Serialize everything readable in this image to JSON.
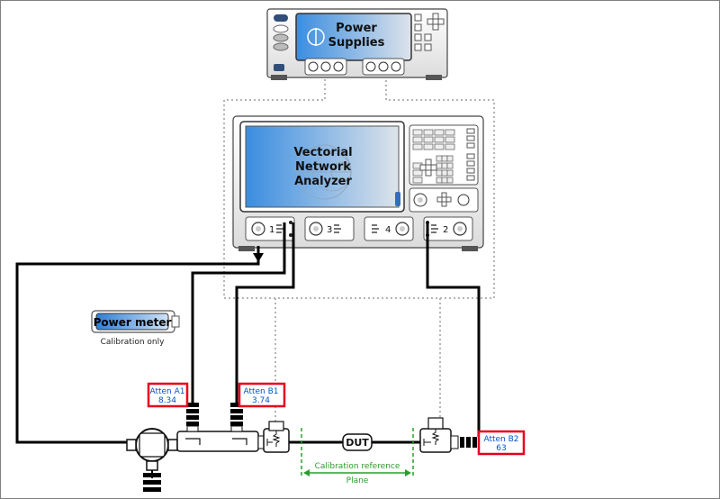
{
  "power_supplies": {
    "title_line1": "Power",
    "title_line2": "Supplies"
  },
  "vna": {
    "title_line1": "Vectorial",
    "title_line2": "Network",
    "title_line3": "Analyzer",
    "ports": [
      "1",
      "3",
      "4",
      "2"
    ]
  },
  "power_meter": {
    "label": "Power meter",
    "caption": "Calibration only"
  },
  "attenuators": {
    "a1": {
      "name": "Atten A1",
      "value": "8.34"
    },
    "b1": {
      "name": "Atten B1",
      "value": "3.74"
    },
    "b2": {
      "name": "Atten B2",
      "value": "63"
    }
  },
  "dut": {
    "label": "DUT"
  },
  "calibration": {
    "line1": "Calibration reference",
    "line2": "Plane"
  },
  "colors": {
    "highlight_box": "#e8001c",
    "atten_text": "#0055cc",
    "calibration": "#2a9d2a",
    "screen_blue": "#3a8de0",
    "cable": "#000000",
    "dotted": "#b5b5b5"
  }
}
